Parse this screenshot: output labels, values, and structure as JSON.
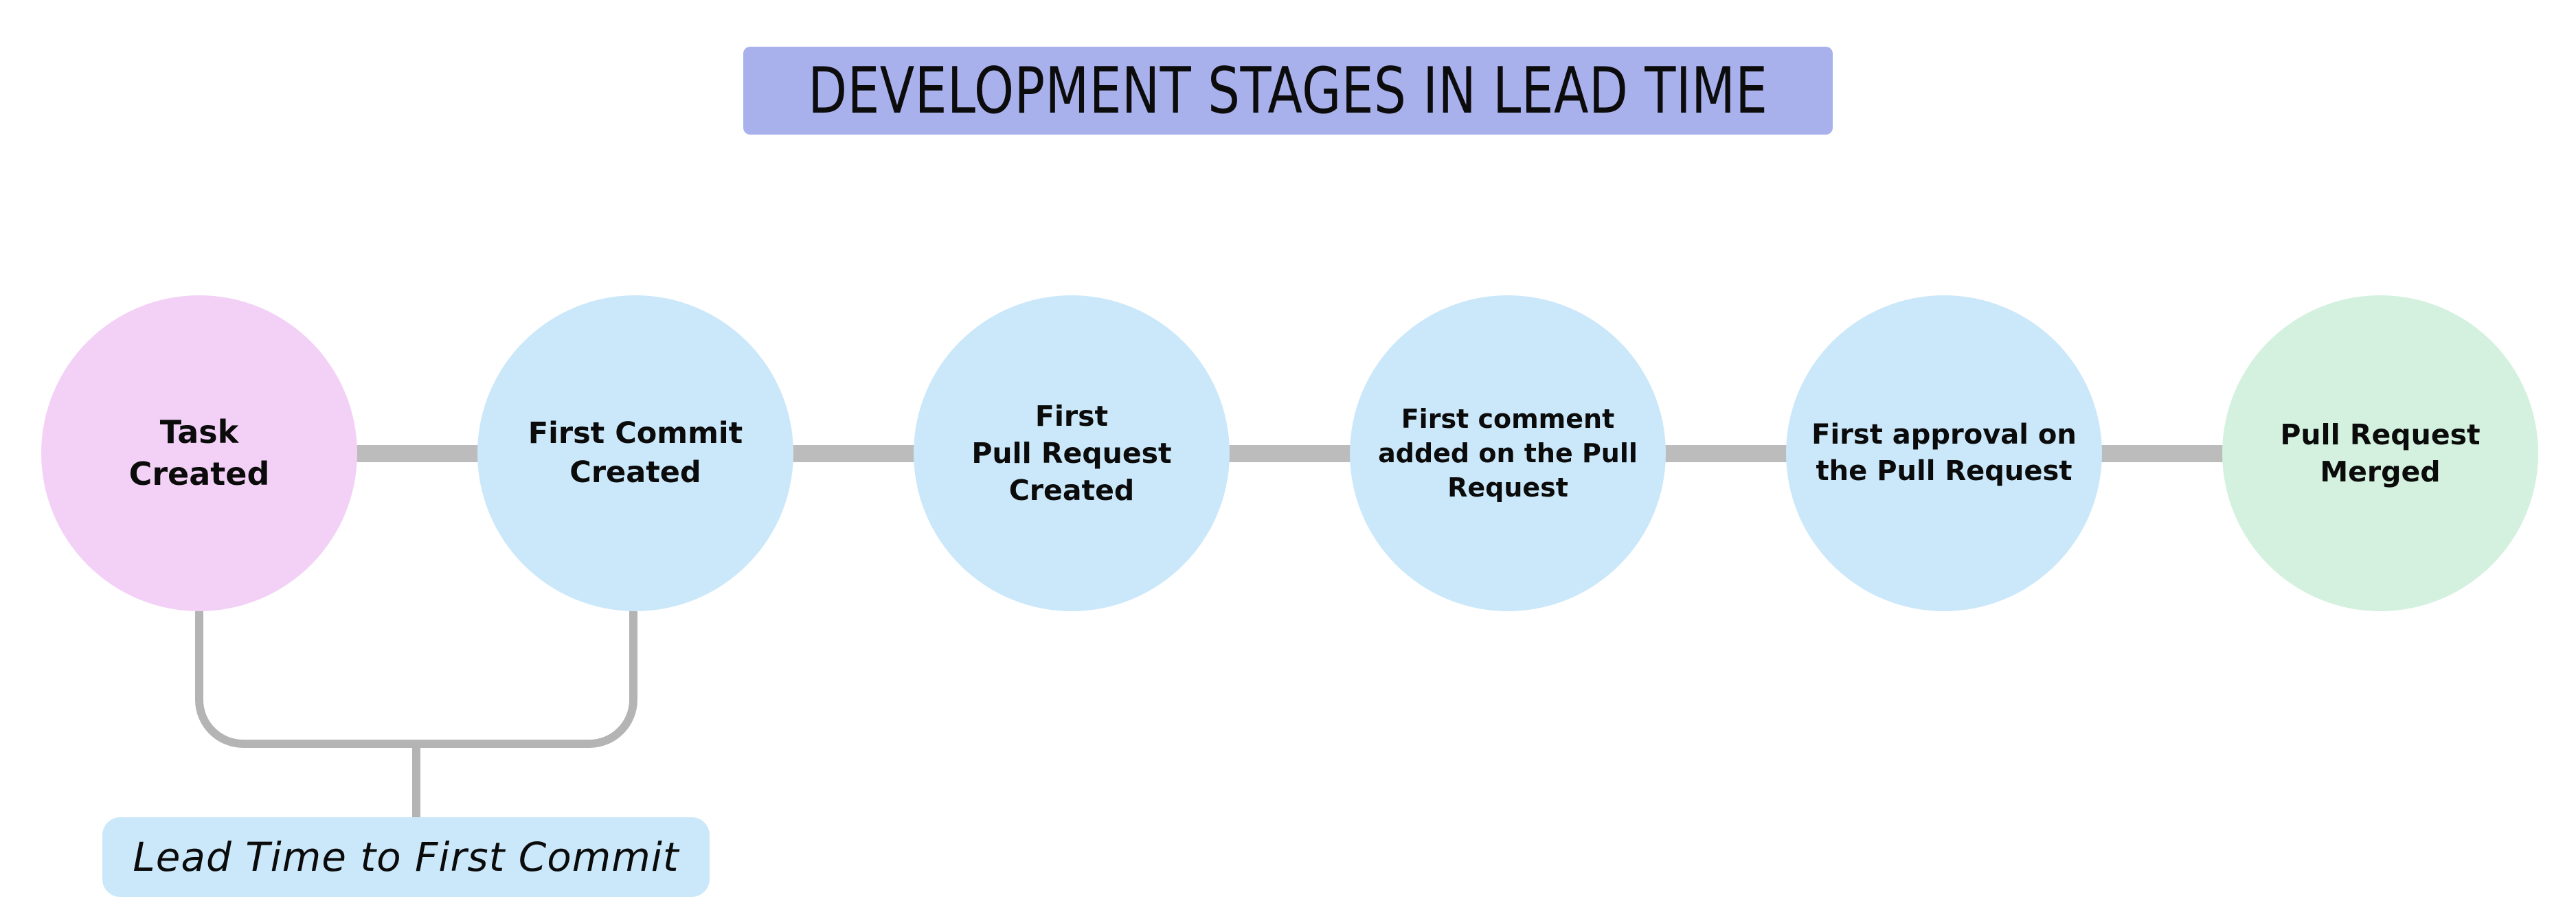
{
  "title": "DEVELOPMENT STAGES IN LEAD TIME",
  "stages": [
    {
      "label": "Task\nCreated",
      "color": "#f3d1f7"
    },
    {
      "label": "First Commit\nCreated",
      "color": "#cbe8fa"
    },
    {
      "label": "First\nPull Request\nCreated",
      "color": "#cbe8fa"
    },
    {
      "label": "First comment\nadded on the Pull\nRequest",
      "color": "#cbe8fa"
    },
    {
      "label": "First approval on\nthe Pull Request",
      "color": "#cbe8fa"
    },
    {
      "label": "Pull Request\nMerged",
      "color": "#d3f1de"
    }
  ],
  "annotation": {
    "label": "Lead Time to First Commit",
    "bg": "#cbe8fa"
  },
  "colors": {
    "title_bg": "#a9b1ed",
    "connector": "#bcbcbc",
    "bracket": "#b4b4b4",
    "text": "#0b0b0b",
    "background": "#ffffff"
  }
}
